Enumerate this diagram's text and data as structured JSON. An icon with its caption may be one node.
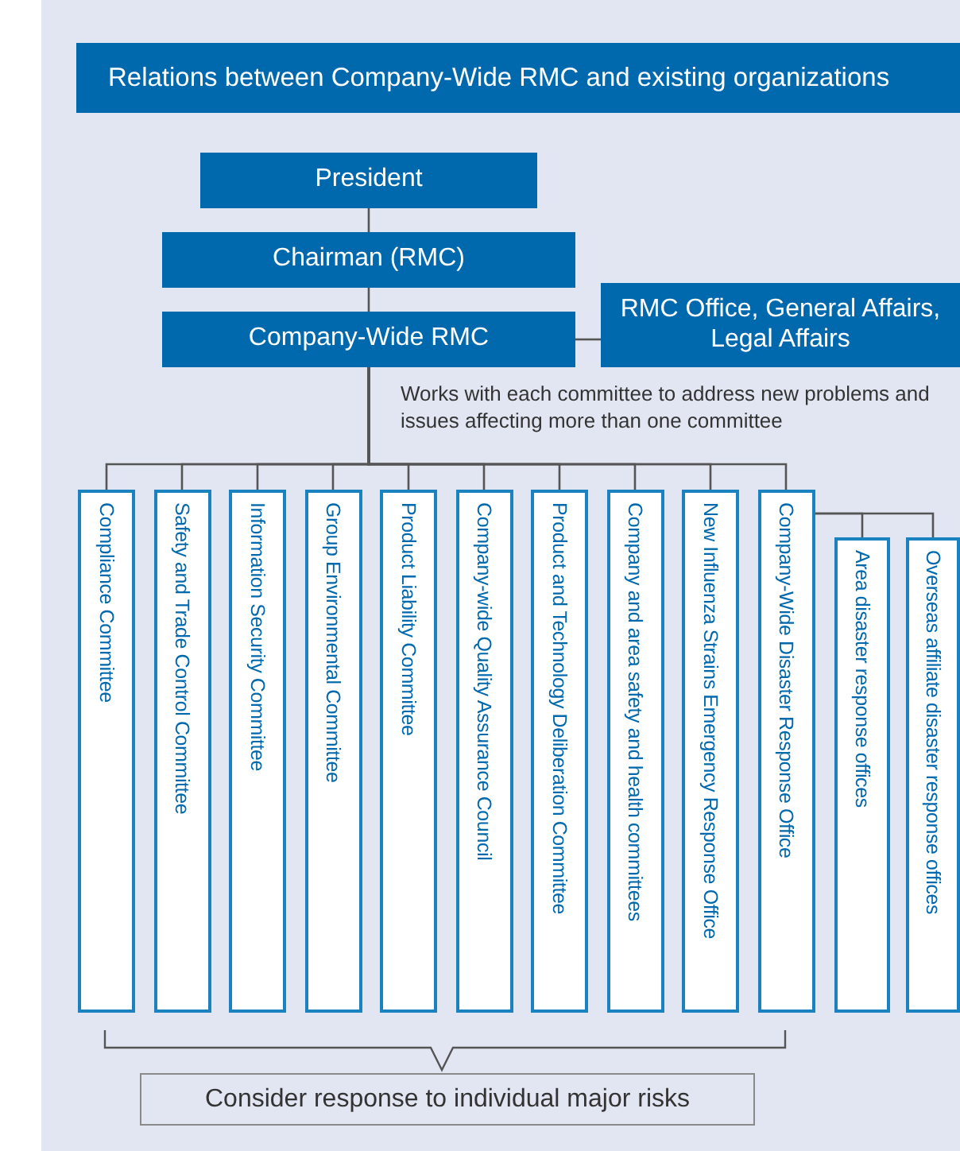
{
  "diagram": {
    "title": "Relations between Company-Wide RMC and existing organizations",
    "nodes": [
      {
        "text": [
          "President"
        ]
      },
      {
        "text": [
          "Chairman (RMC)"
        ]
      },
      {
        "text": [
          "Company-Wide RMC"
        ]
      },
      {
        "text": [
          "RMC Office, General Affairs, Legal Affairs"
        ]
      },
      {
        "text": [
          "Compliance Committee"
        ]
      },
      {
        "text": [
          "Safety and Trade Control Committee"
        ]
      },
      {
        "text": [
          "Information Security Committee"
        ]
      },
      {
        "text": [
          "Group Environmental Committee"
        ]
      },
      {
        "text": [
          "Product Liability Committee"
        ]
      },
      {
        "text": [
          "Company-wide Quality Assurance Council"
        ]
      },
      {
        "text": [
          "Product and Technology Deliberation Committee"
        ]
      },
      {
        "text": [
          "Company and area safety and health committees"
        ]
      },
      {
        "text": [
          "New Influenza Strains Emergency Response Office"
        ]
      },
      {
        "text": [
          "Company-Wide Disaster Response Office"
        ]
      },
      {
        "text": [
          "Area disaster response offices"
        ]
      },
      {
        "text": [
          "Overseas affiliate disaster response offices"
        ]
      },
      {
        "text": [
          "Consider response to individual major risks"
        ]
      }
    ],
    "edges": [
      {
        "from": 0,
        "to": 1,
        "arrow": "none"
      },
      {
        "from": 1,
        "to": 2,
        "arrow": "none"
      },
      {
        "from": 2,
        "to": 3,
        "arrow": "none"
      },
      {
        "from": 2,
        "to": 4,
        "arrow": "none"
      },
      {
        "from": 2,
        "to": 5,
        "arrow": "none"
      },
      {
        "from": 2,
        "to": 6,
        "arrow": "none"
      },
      {
        "from": 2,
        "to": 7,
        "arrow": "none"
      },
      {
        "from": 2,
        "to": 8,
        "arrow": "none"
      },
      {
        "from": 2,
        "to": 9,
        "arrow": "none"
      },
      {
        "from": 2,
        "to": 10,
        "arrow": "none"
      },
      {
        "from": 2,
        "to": 11,
        "arrow": "none"
      },
      {
        "from": 2,
        "to": 12,
        "arrow": "none"
      },
      {
        "from": 2,
        "to": 13,
        "arrow": "none"
      },
      {
        "from": 13,
        "to": 14,
        "arrow": "none"
      },
      {
        "from": 13,
        "to": 15,
        "arrow": "none"
      }
    ],
    "labels": [
      "Works with each committee to address new problems and issues affecting more than one committee"
    ]
  }
}
